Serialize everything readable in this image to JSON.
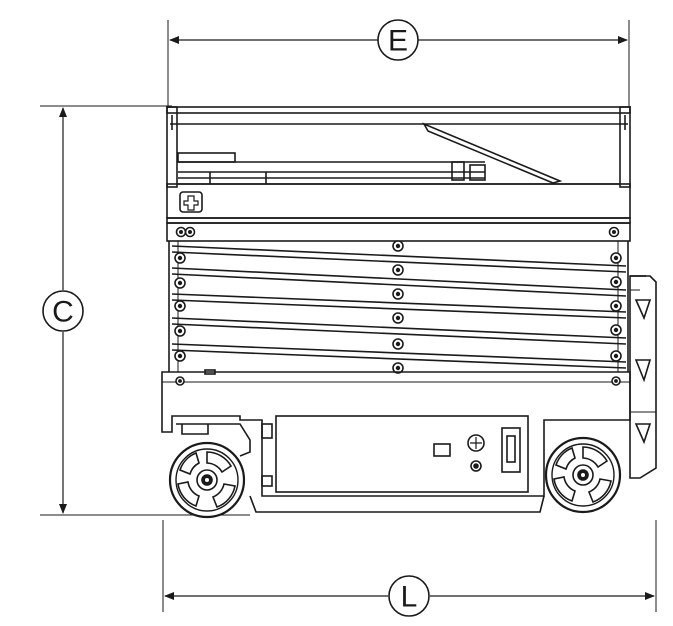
{
  "dimensions": {
    "width_label": "E",
    "height_label": "C",
    "length_label": "L"
  },
  "colors": {
    "line": "#1a1a1a",
    "fill": "#ffffff",
    "tread": "#1a1a1a"
  }
}
